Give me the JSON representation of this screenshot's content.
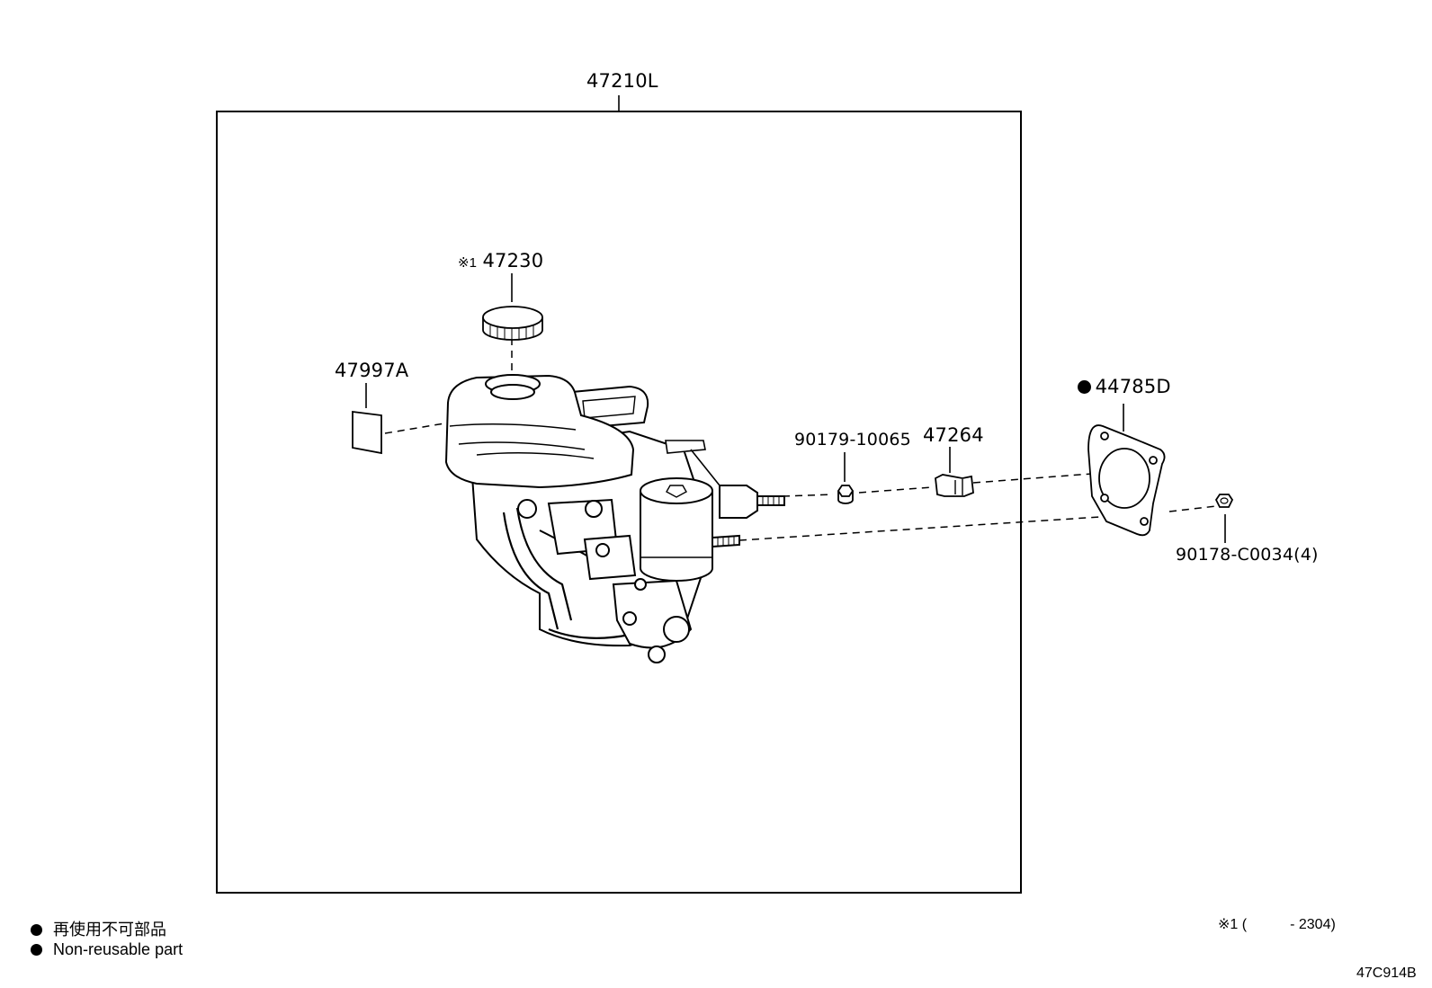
{
  "assembly_label": "47210L",
  "parts": {
    "cap": "47230",
    "cap_note_mark": "※1",
    "label_plate": "47997A",
    "bolt": "90179-10065",
    "clip": "47264",
    "gasket": "44785D",
    "nut": "90178-C0034(4)"
  },
  "legend": {
    "non_reusable_jp": "再使用不可部品",
    "non_reusable_en": "Non-reusable part"
  },
  "footnote": {
    "mark": "※1",
    "range": "(　　　- 2304)"
  },
  "diagram_code": "47C914B"
}
